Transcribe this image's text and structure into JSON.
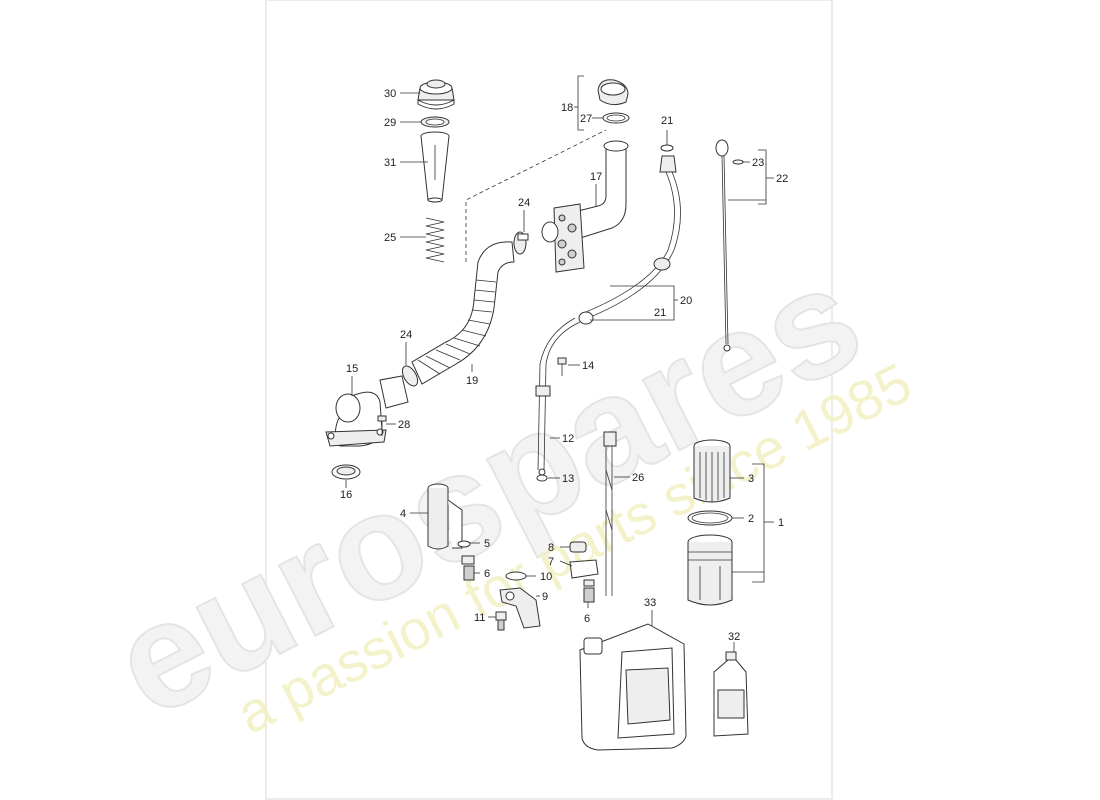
{
  "watermark": {
    "brand": "eurospares",
    "tagline": "a passion for parts since 1985"
  },
  "callouts": {
    "c30": "30",
    "c29": "29",
    "c31": "31",
    "c25": "25",
    "c18": "18",
    "c27": "27",
    "c21a": "21",
    "c17": "17",
    "c24a": "24",
    "c23": "23",
    "c22": "22",
    "c20": "20",
    "c21b": "21",
    "c24b": "24",
    "c15": "15",
    "c19": "19",
    "c14": "14",
    "c28": "28",
    "c12": "12",
    "c16": "16",
    "c13": "13",
    "c26": "26",
    "c3": "3",
    "c2": "2",
    "c1": "1",
    "c4": "4",
    "c5": "5",
    "c6a": "6",
    "c8": "8",
    "c7": "7",
    "c10": "10",
    "c9": "9",
    "c6b": "6",
    "c11": "11",
    "c33": "33",
    "c32": "32"
  }
}
